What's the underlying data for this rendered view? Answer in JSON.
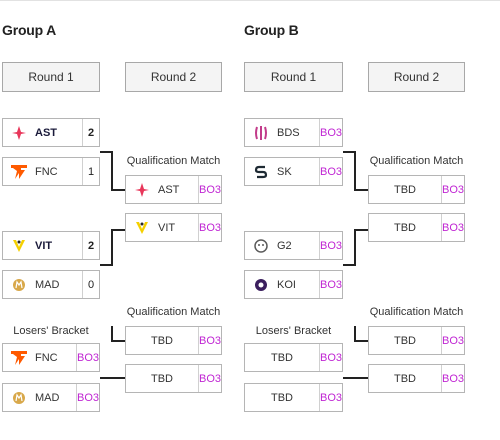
{
  "groupA": {
    "title": "Group A",
    "round1": "Round 1",
    "round2": "Round 2",
    "m1": {
      "t1": {
        "name": "AST",
        "score": "2",
        "logo": "ast-logo"
      },
      "t2": {
        "name": "FNC",
        "score": "1",
        "logo": "fnc-logo"
      }
    },
    "m2": {
      "t1": {
        "name": "VIT",
        "score": "2",
        "logo": "vit-logo"
      },
      "t2": {
        "name": "MAD",
        "score": "0",
        "logo": "mad-logo"
      }
    },
    "losers": {
      "label": "Losers' Bracket",
      "t1": {
        "name": "FNC",
        "score": "BO3"
      },
      "t2": {
        "name": "MAD",
        "score": "BO3"
      }
    },
    "qual1": {
      "label": "Qualification Match",
      "t1": {
        "name": "AST",
        "score": "BO3"
      },
      "t2": {
        "name": "VIT",
        "score": "BO3"
      }
    },
    "qual2": {
      "label": "Qualification Match",
      "t1": {
        "name": "TBD",
        "score": "BO3"
      },
      "t2": {
        "name": "TBD",
        "score": "BO3"
      }
    }
  },
  "groupB": {
    "title": "Group B",
    "round1": "Round 1",
    "round2": "Round 2",
    "m1": {
      "t1": {
        "name": "BDS",
        "score": "BO3",
        "logo": "bds-logo"
      },
      "t2": {
        "name": "SK",
        "score": "BO3",
        "logo": "sk-logo"
      }
    },
    "m2": {
      "t1": {
        "name": "G2",
        "score": "BO3",
        "logo": "g2-logo"
      },
      "t2": {
        "name": "KOI",
        "score": "BO3",
        "logo": "koi-logo"
      }
    },
    "losers": {
      "label": "Losers' Bracket",
      "t1": {
        "name": "TBD",
        "score": "BO3"
      },
      "t2": {
        "name": "TBD",
        "score": "BO3"
      }
    },
    "qual1": {
      "label": "Qualification Match",
      "t1": {
        "name": "TBD",
        "score": "BO3"
      },
      "t2": {
        "name": "TBD",
        "score": "BO3"
      }
    },
    "qual2": {
      "label": "Qualification Match",
      "t1": {
        "name": "TBD",
        "score": "BO3"
      },
      "t2": {
        "name": "TBD",
        "score": "BO3"
      }
    }
  },
  "colors": {
    "bo3": "#c026d3",
    "ast": "#e8365a",
    "fnc": "#ff5a00",
    "vit": "#f5d000",
    "mad": "#d8a84a",
    "bds": "#c23b8a",
    "sk": "#1e2a33",
    "g2": "#5b5b5b",
    "koi": "#3b1f5e"
  }
}
